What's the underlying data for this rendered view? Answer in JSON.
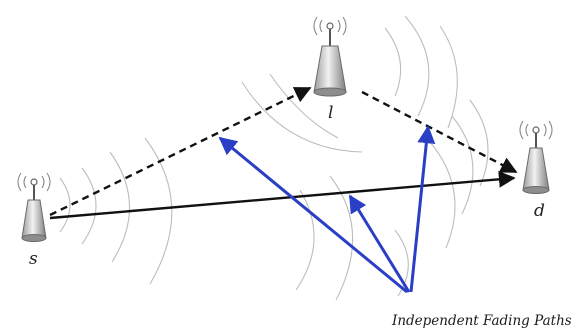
{
  "nodes": {
    "source": {
      "label": "s"
    },
    "relay": {
      "label": "l"
    },
    "destination": {
      "label": "d"
    }
  },
  "caption": "Independent Fading Paths",
  "colors": {
    "fading_arrow": "#2a3fc4",
    "link": "#111111",
    "wavefront": "#bdbdbd"
  }
}
